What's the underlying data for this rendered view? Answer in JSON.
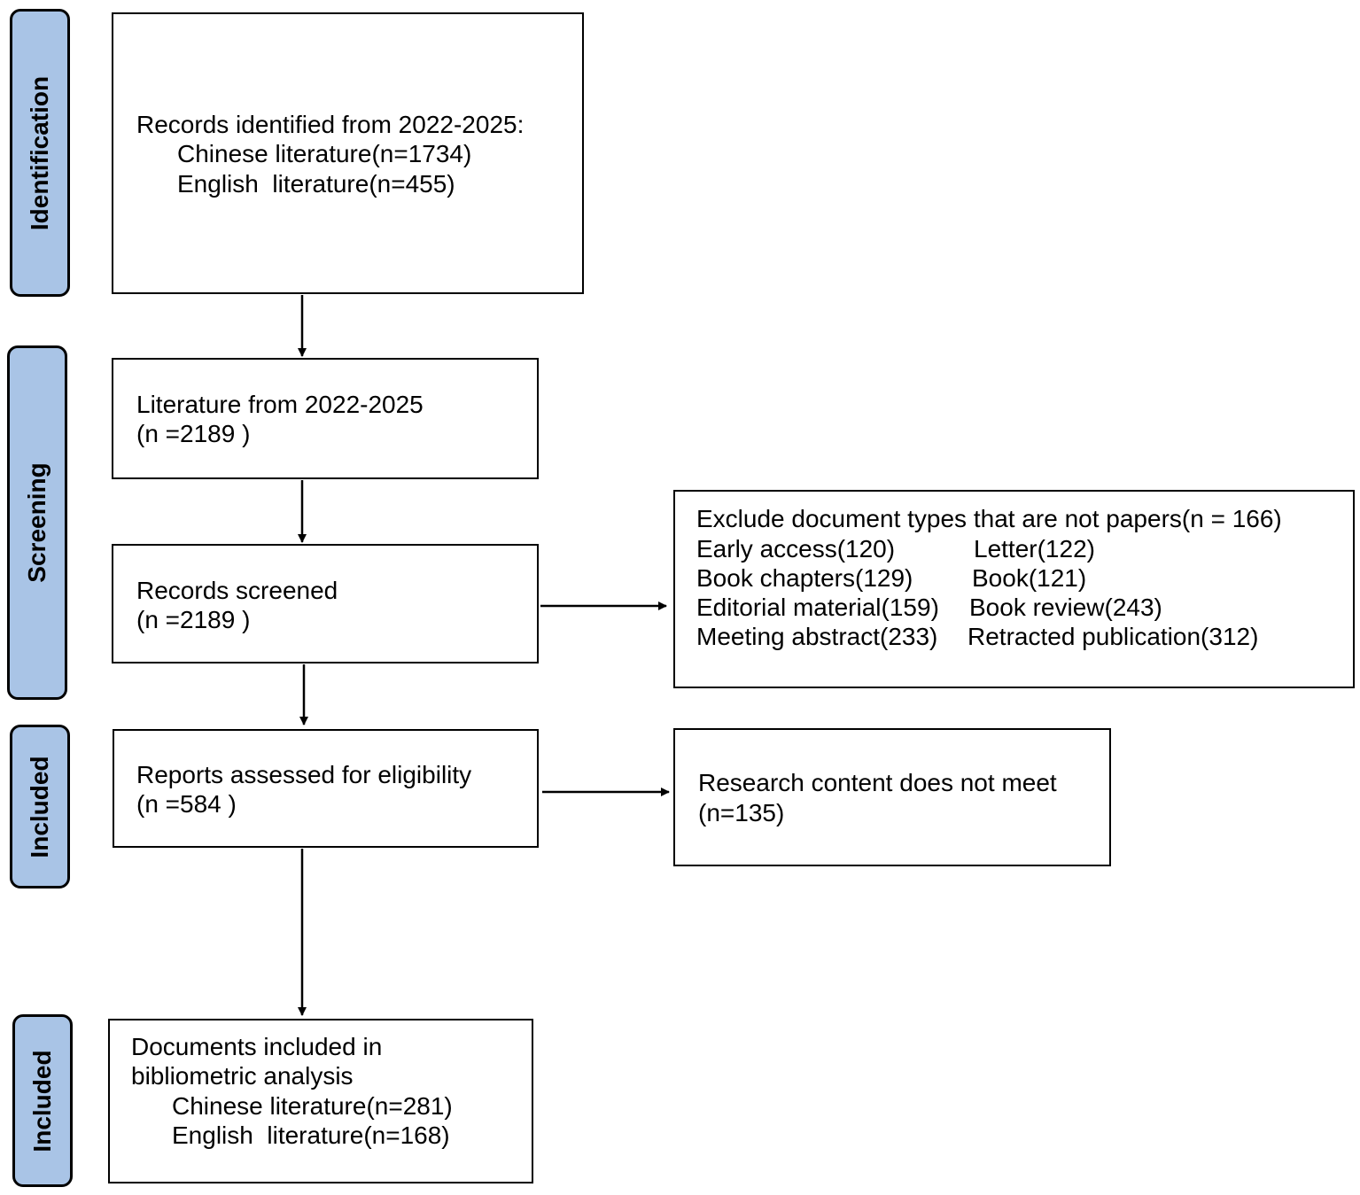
{
  "phases": {
    "identification": "Identification",
    "screening": "Screening",
    "included_1": "Included",
    "included_2": "Included"
  },
  "boxes": {
    "records_identified": {
      "line1": "Records identified from 2022-2025:",
      "line2": "Chinese literature(n=1734)",
      "line3": "English  literature(n=455)"
    },
    "literature_period": {
      "line1": "Literature from 2022-2025",
      "line2": "(n =2189 )"
    },
    "records_screened": {
      "line1": "Records screened",
      "line2": "(n =2189 )"
    },
    "excluded_types": {
      "title": "Exclude document types that are not papers(n = 166)",
      "rows": [
        [
          "Early access(120)",
          "Letter(122)"
        ],
        [
          "Book chapters(129)",
          "Book(121)"
        ],
        [
          "Editorial material(159)",
          "Book review(243)"
        ],
        [
          "Meeting abstract(233)",
          "Retracted publication(312)"
        ]
      ]
    },
    "reports_assessed": {
      "line1": "Reports assessed for eligibility",
      "line2": "(n =584 )"
    },
    "content_not_meet": {
      "line1": "Research content does not meet",
      "line2": "(n=135)"
    },
    "documents_included": {
      "line1": "Documents included in",
      "line2": "bibliometric analysis",
      "line3": "Chinese literature(n=281)",
      "line4": "English  literature(n=168)"
    }
  },
  "colors": {
    "phase_fill": "#a9c4e6",
    "line": "#000000"
  }
}
